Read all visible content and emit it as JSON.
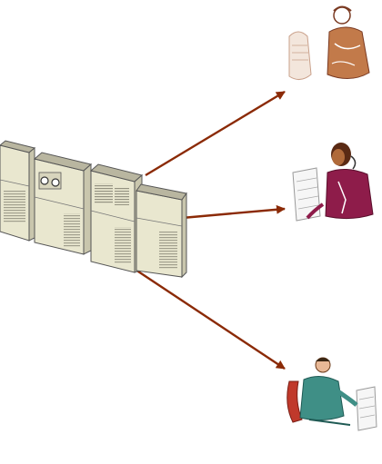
{
  "diagram": {
    "nodes": [
      {
        "id": "mainframe",
        "kind": "mainframe-computer-icon"
      },
      {
        "id": "user-top",
        "kind": "person-at-terminal-icon"
      },
      {
        "id": "user-middle",
        "kind": "person-at-terminal-icon"
      },
      {
        "id": "user-bottom",
        "kind": "person-at-terminal-icon"
      }
    ],
    "edges": [
      {
        "from": "mainframe",
        "to": "user-top"
      },
      {
        "from": "mainframe",
        "to": "user-middle"
      },
      {
        "from": "mainframe",
        "to": "user-bottom"
      }
    ],
    "colors": {
      "arrow": "#8b2a06",
      "cabinet_front": "#e9e7cf",
      "cabinet_side": "#c9c6ad",
      "cabinet_top": "#b9b6a0",
      "user_top_accent": "#c27a4a",
      "user_middle_accent": "#8e1c4a",
      "user_bottom_accent": "#3f8f86"
    }
  }
}
